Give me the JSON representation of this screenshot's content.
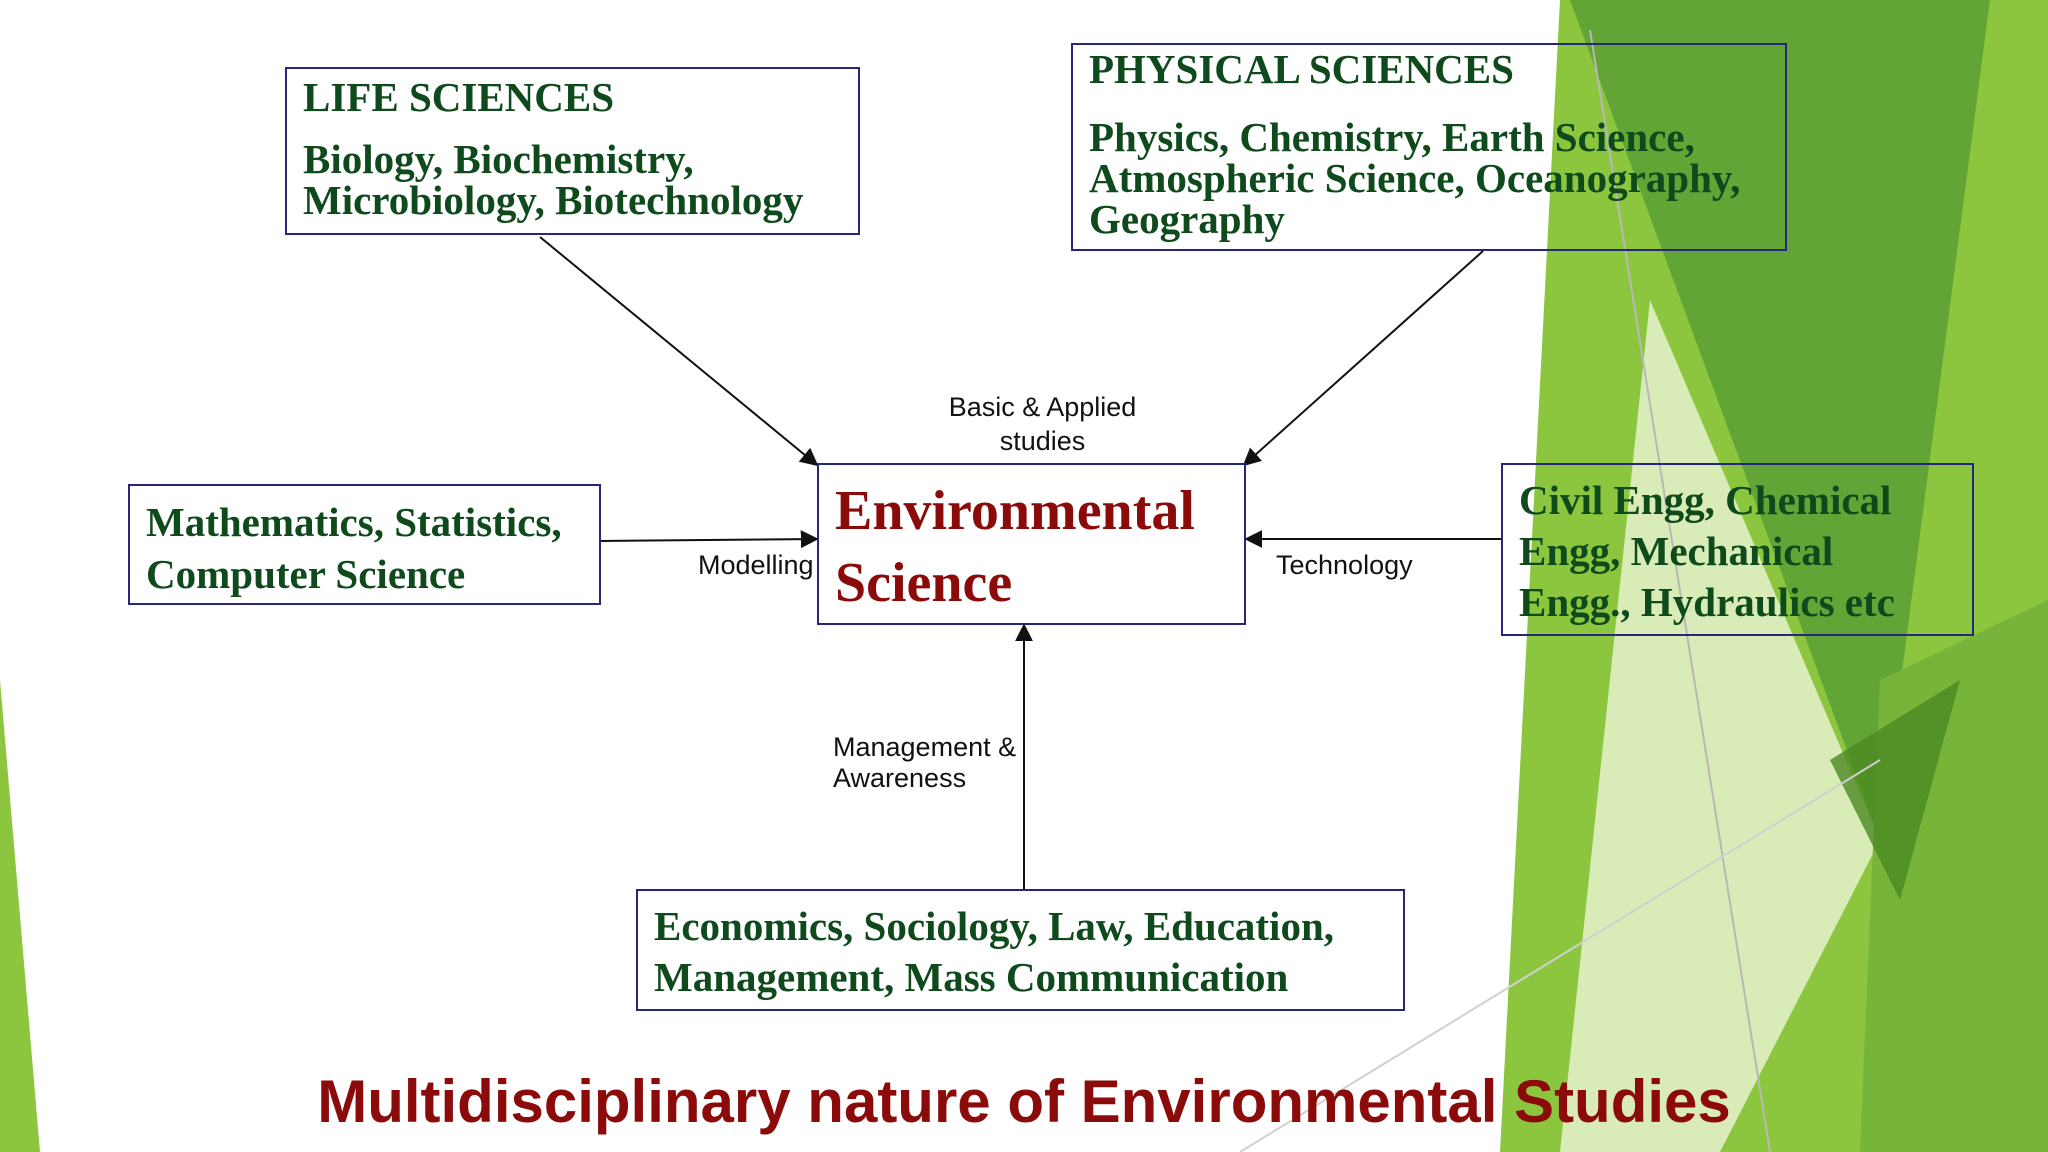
{
  "colors": {
    "box_text": "#0e4a1b",
    "center_text": "#8b0a0a",
    "title_text": "#8b0a0a",
    "box_border": "#26267a",
    "accent_green_light": "#9bd03b",
    "accent_green_dark": "#4f8f24"
  },
  "nodes": {
    "life": {
      "heading": "LIFE SCIENCES",
      "body": "Biology, Biochemistry,\nMicrobiology, Biotechnology"
    },
    "physical": {
      "heading": "PHYSICAL SCIENCES",
      "body": "Physics, Chemistry, Earth Science,\nAtmospheric Science, Oceanography,\nGeography"
    },
    "math": {
      "body": "Mathematics, Statistics,\nComputer Science"
    },
    "engineering": {
      "body": "Civil Engg, Chemical\nEngg, Mechanical\nEngg., Hydraulics etc"
    },
    "social": {
      "body": "Economics, Sociology, Law, Education,\nManagement, Mass Communication"
    },
    "center": {
      "label": "Environmental\nScience"
    }
  },
  "edges": {
    "basic_applied": "Basic & Applied\nstudies",
    "modelling": "Modelling",
    "technology": "Technology",
    "management": "Management &\nAwareness"
  },
  "title": "Multidisciplinary nature of Environmental Studies"
}
